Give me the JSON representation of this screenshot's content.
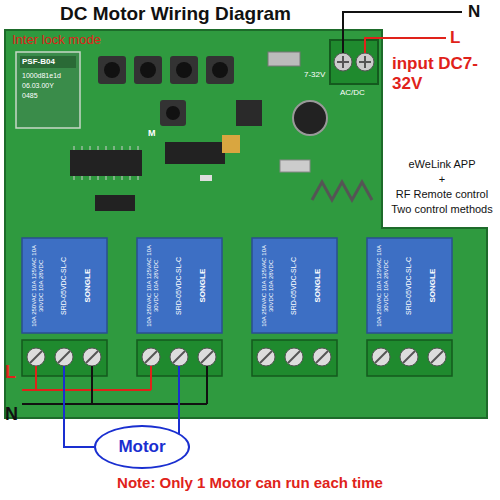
{
  "diagram": {
    "title": "DC Motor Wiring Diagram",
    "caption": "Note: Only 1 Motor can run each time",
    "nodes": [
      {
        "text": [
          "Motor"
        ]
      }
    ],
    "labels": [
      "Inter lock mode",
      "N",
      "L",
      "input DC7-32V",
      "eWeLink APP",
      "+",
      "RF Remote control",
      "Two control methods",
      "PSF-B04",
      "1000d81e1d",
      "06.03.00Y",
      "0485",
      "7-32V",
      "AC/DC",
      "M",
      "SONGLE",
      "SRD-05VDC-SL-C",
      "10A 250VAC 10A 125VAC 10A 30VDC 10A 28VDC",
      "SONGLE",
      "SRD-05VDC-SL-C",
      "10A 250VAC 10A 125VAC 10A 30VDC 10A 28VDC",
      "SONGLE",
      "SRD-05VDC-SL-C",
      "10A 250VAC 10A 125VAC 10A 30VDC 10A 28VDC",
      "SONGLE",
      "SRD-05VDC-SL-C",
      "10A 250VAC 10A 125VAC 10A 30VDC 10A 28VDC",
      "L",
      "N"
    ]
  }
}
